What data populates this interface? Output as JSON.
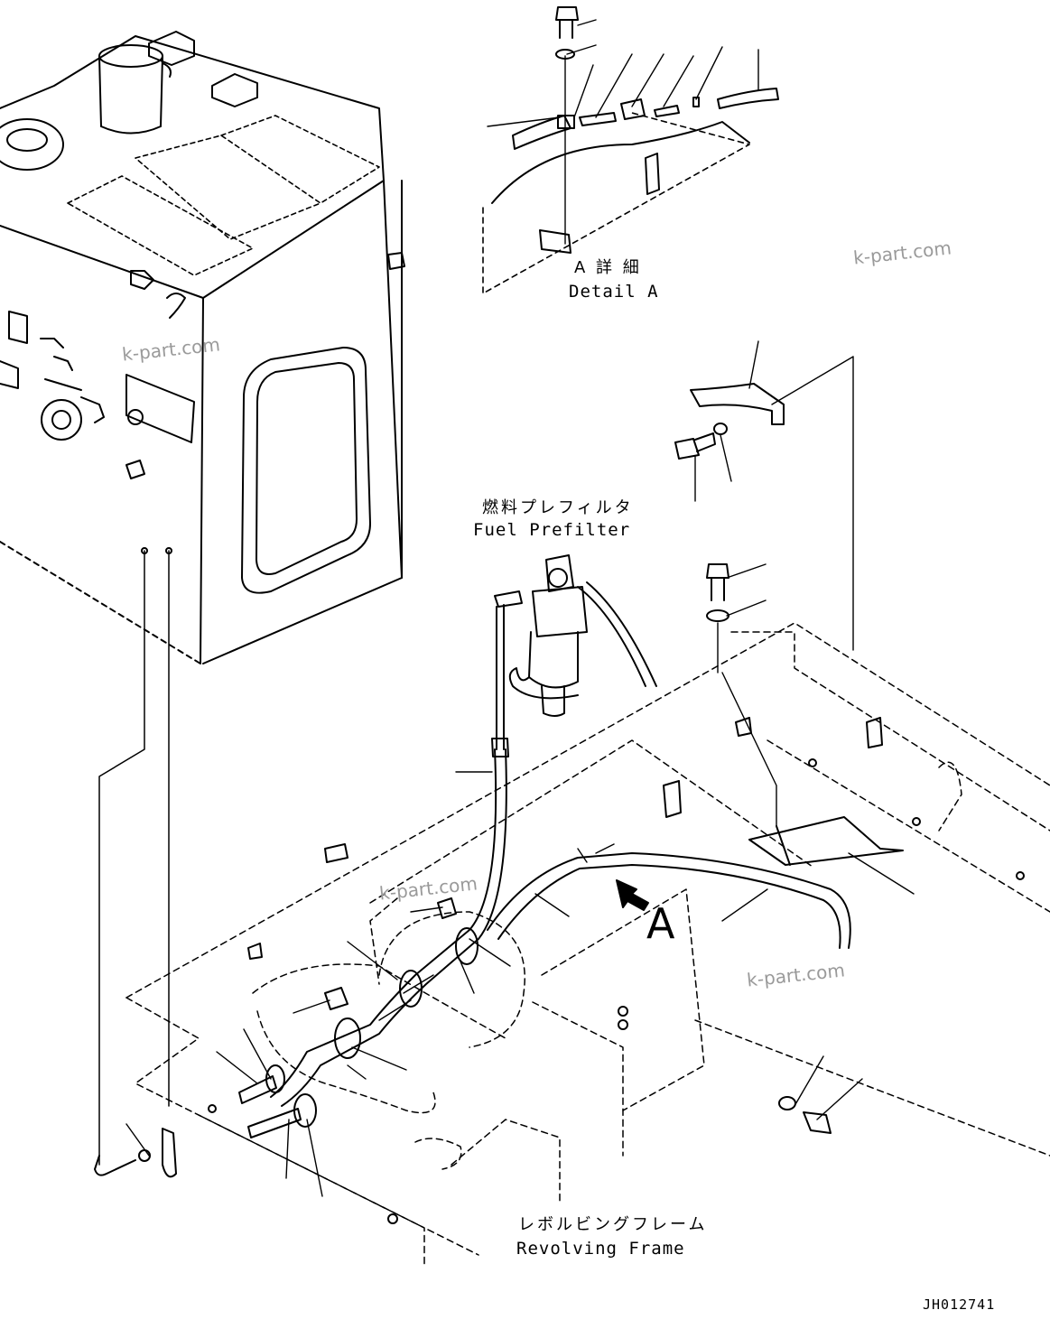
{
  "detail_a": {
    "label_ja": "A 詳 細",
    "label_en": "Detail A"
  },
  "fuel_prefilter": {
    "label_ja": "燃料プレフィルタ",
    "label_en": "Fuel Prefilter"
  },
  "revolving_frame": {
    "label_ja": "レボルビングフレーム",
    "label_en": "Revolving Frame"
  },
  "view_marker": "A",
  "drawing_code": "JH012741",
  "watermarks": [
    "k-part.com",
    "k-part.com",
    "k-part.com",
    "k-part.com"
  ]
}
